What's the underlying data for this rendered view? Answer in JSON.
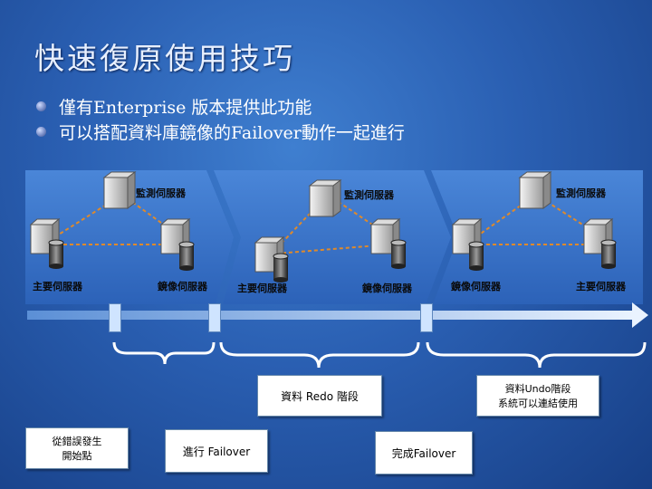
{
  "title": "快速復原使用技巧",
  "bullets": [
    "僅有Enterprise 版本提供此功能",
    "可以搭配資料庫鏡像的Failover動作一起進行"
  ],
  "panels": [
    {
      "monitor": "監測伺服器",
      "left_server": "主要伺服器",
      "right_server": "鏡像伺服器"
    },
    {
      "monitor": "監測伺服器",
      "left_server": "主要伺服器",
      "right_server": "鏡像伺服器"
    },
    {
      "monitor": "監測伺服器",
      "left_server": "鏡像伺服器",
      "right_server": "主要伺服器"
    }
  ],
  "phases": {
    "redo": "資料 Redo 階段",
    "undo_line1": "資料Undo階段",
    "undo_line2": "系統可以連結使用"
  },
  "events": {
    "start_line1": "從錯誤發生",
    "start_line2": "開始點",
    "failover": "進行 Failover",
    "complete": "完成Failover"
  }
}
